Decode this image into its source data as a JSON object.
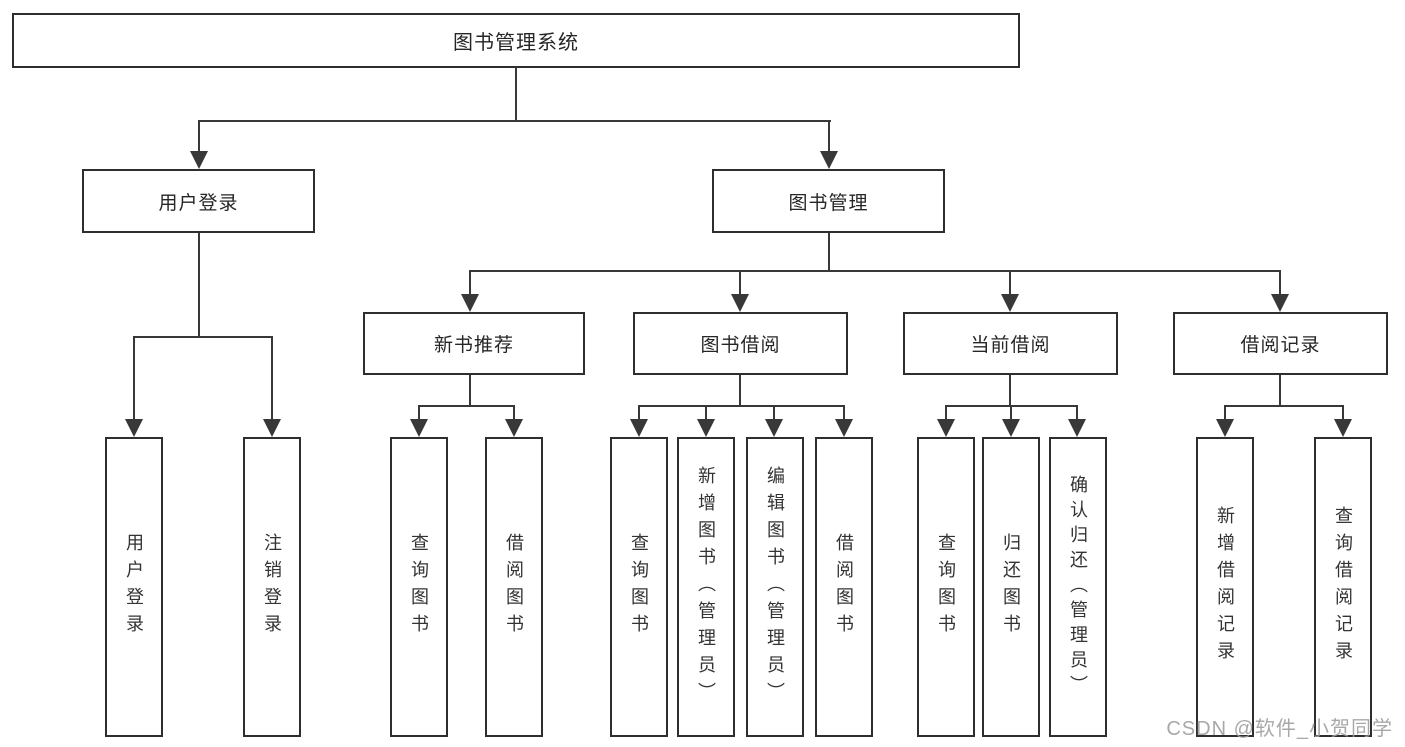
{
  "tree": {
    "root": {
      "label": "图书管理系统"
    },
    "branches": [
      {
        "label": "用户登录",
        "leaves": [
          {
            "label": "用户登录"
          },
          {
            "label": "注销登录"
          }
        ]
      },
      {
        "label": "图书管理",
        "groups": [
          {
            "label": "新书推荐",
            "leaves": [
              {
                "label": "查询图书"
              },
              {
                "label": "借阅图书"
              }
            ]
          },
          {
            "label": "图书借阅",
            "leaves": [
              {
                "label": "查询图书"
              },
              {
                "label": "新增图书（管理员）"
              },
              {
                "label": "编辑图书（管理员）"
              },
              {
                "label": "借阅图书"
              }
            ]
          },
          {
            "label": "当前借阅",
            "leaves": [
              {
                "label": "查询图书"
              },
              {
                "label": "归还图书"
              },
              {
                "label": "确认归还（管理员）"
              }
            ]
          },
          {
            "label": "借阅记录",
            "leaves": [
              {
                "label": "新增借阅记录"
              },
              {
                "label": "查询借阅记录"
              }
            ]
          }
        ]
      }
    ]
  },
  "colors": {
    "line": "#383838",
    "border": "#2e2e2e",
    "watermark": "#9e9e9e"
  },
  "watermark": {
    "text": "CSDN @软件_小贺同学"
  }
}
